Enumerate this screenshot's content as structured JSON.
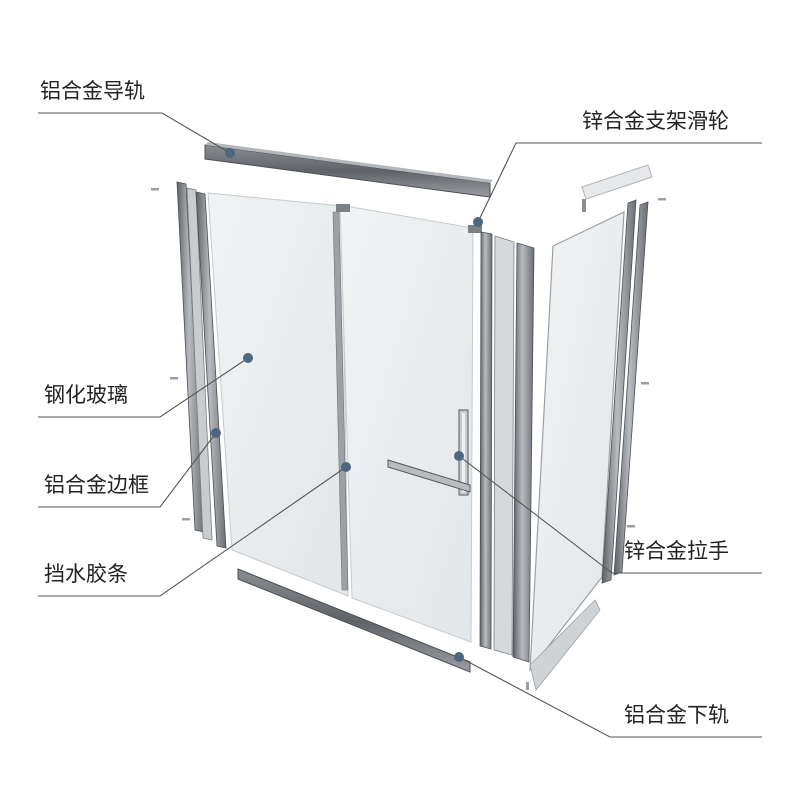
{
  "callouts": {
    "top_rail": "铝合金导轨",
    "zinc_bracket_pulley": "锌合金支架滑轮",
    "tempered_glass": "钢化玻璃",
    "aluminum_frame": "铝合金边框",
    "waterproof_strip": "挡水胶条",
    "zinc_handle": "锌合金拉手",
    "bottom_rail": "铝合金下轨"
  },
  "colors": {
    "leader": "#555555",
    "dot": "#4f6680",
    "frame_dark": "#6f7377",
    "frame_mid": "#a7abaf",
    "frame_light": "#dfe2e4",
    "glass": "#e9ecee",
    "glass_edge": "#c6cbce",
    "label": "#222222"
  }
}
